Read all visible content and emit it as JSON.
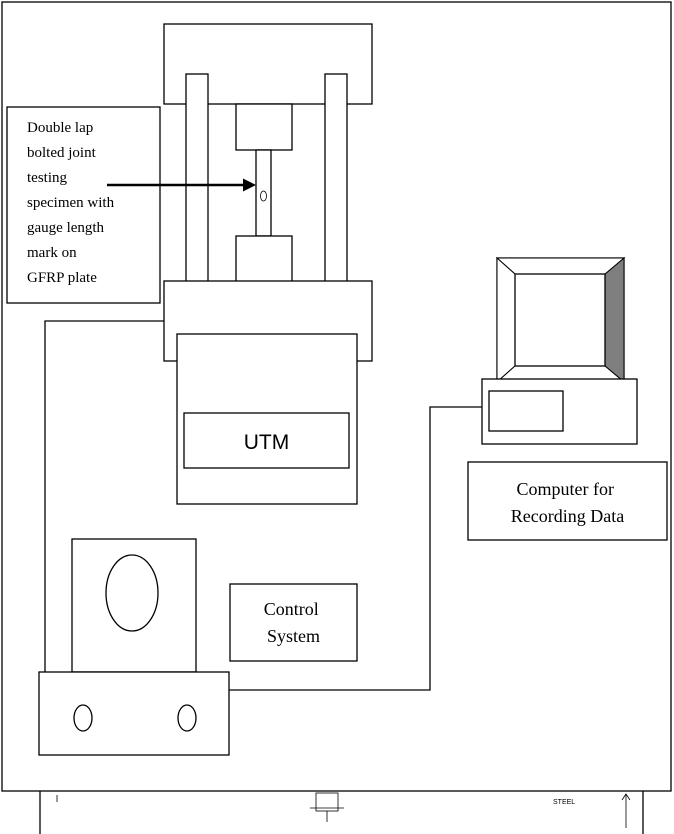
{
  "diagram": {
    "specimen_label_lines": [
      "Double lap",
      "bolted joint",
      "testing",
      "specimen with",
      "gauge length",
      "mark on",
      "GFRP plate"
    ],
    "utm_label": "UTM",
    "computer_label_lines": [
      "Computer for",
      "Recording Data"
    ],
    "control_label_lines": [
      "Control",
      "System"
    ],
    "footer_mark": "STEEL"
  }
}
